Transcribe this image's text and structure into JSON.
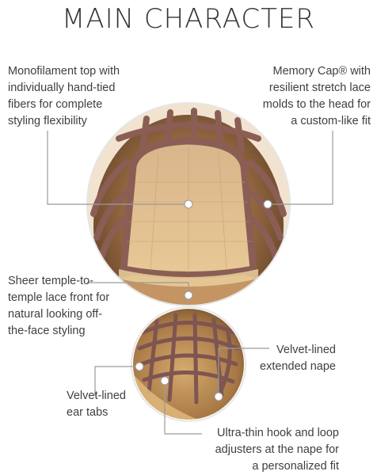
{
  "title": "MAIN CHARACTER",
  "callouts": {
    "monofilament": [
      "Monofilament top with",
      "individually hand-tied",
      "fibers for complete",
      "styling flexibility"
    ],
    "memory_cap": [
      "Memory Cap® with",
      "resilient stretch lace",
      "molds to the head for",
      "a custom-like fit"
    ],
    "sheer_lace": [
      "Sheer temple-to-",
      "temple lace front for",
      "natural looking off-",
      "the-face styling"
    ],
    "velvet_nape": [
      "Velvet-lined",
      "extended nape"
    ],
    "velvet_ear": [
      "Velvet-lined",
      "ear tabs"
    ],
    "adjusters": [
      "Ultra-thin hook and loop",
      "adjusters at the nape for",
      "a personalized fit"
    ]
  },
  "colors": {
    "cap_strap": "#8a5e55",
    "hair_dark": "#6b4a2e",
    "hair_light": "#c89a62",
    "lace_top": "#cfa77a",
    "leader_line": "#9a9a9a"
  }
}
